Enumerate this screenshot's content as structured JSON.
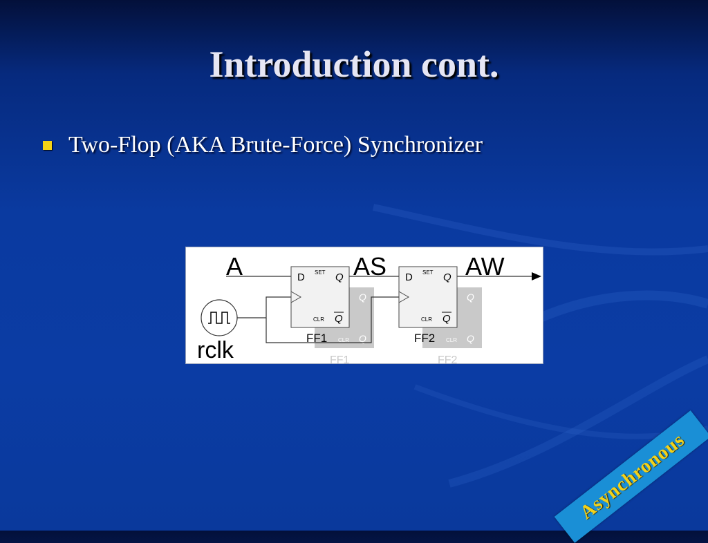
{
  "slide": {
    "title": "Introduction cont.",
    "bullets": [
      {
        "text": "Two-Flop (AKA Brute-Force) Synchronizer"
      }
    ]
  },
  "diagram": {
    "signals": {
      "input": "A",
      "middle": "AS",
      "output": "AW",
      "clock": "rclk"
    },
    "flipflops": [
      {
        "name": "FF1",
        "pin_d": "D",
        "pin_set": "SET",
        "pin_q": "Q",
        "pin_clr": "CLR",
        "pin_qbar": "Q"
      },
      {
        "name": "FF2",
        "pin_d": "D",
        "pin_set": "SET",
        "pin_q": "Q",
        "pin_clr": "CLR",
        "pin_qbar": "Q"
      }
    ]
  },
  "banner": {
    "text": "Asynchronous"
  },
  "colors": {
    "background": "#0b3ca4",
    "bullet": "#f5d316",
    "banner_bg": "#1a8fd6",
    "banner_text": "#f2d21a",
    "ff_fill": "#f2f2f2",
    "ff_shadow": "#c9c9c9"
  }
}
